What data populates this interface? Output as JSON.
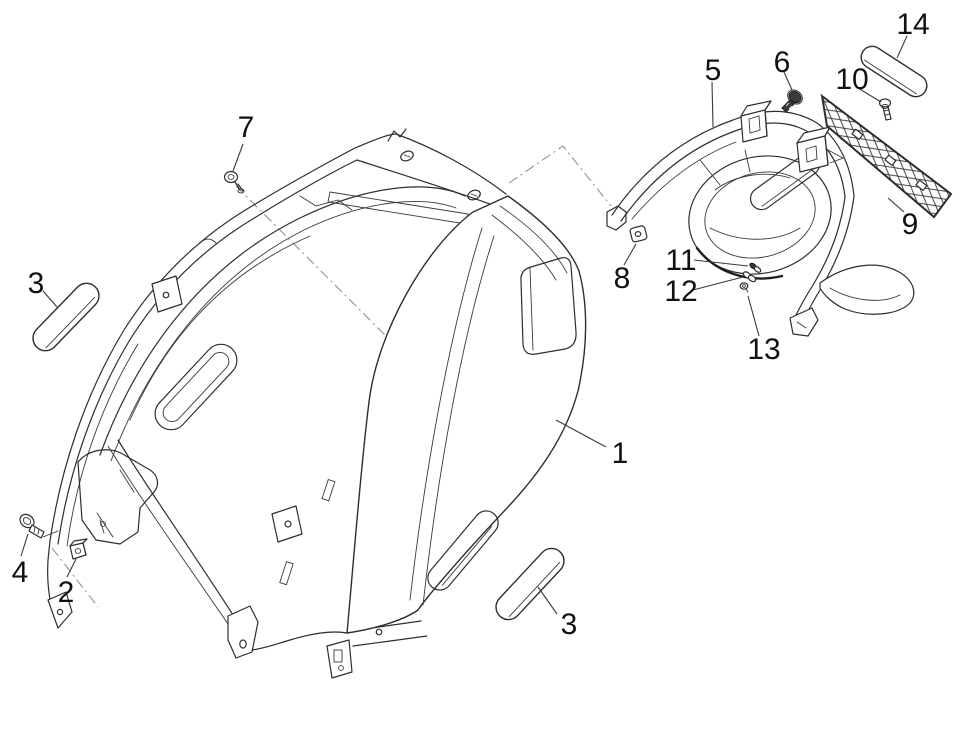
{
  "page": {
    "background": "#ffffff",
    "kind": "exploded-parts-line-diagram"
  },
  "colors": {
    "line": "#2e2e2e",
    "label": "#111111",
    "construction_line": "#8a8a8a",
    "dark_screw_head": "#3c3c3c"
  },
  "callouts": {
    "c1": {
      "label": "1"
    },
    "c2": {
      "label": "2"
    },
    "c3_left": {
      "label": "3"
    },
    "c3_bottom": {
      "label": "3"
    },
    "c4": {
      "label": "4"
    },
    "c5": {
      "label": "5"
    },
    "c6": {
      "label": "6"
    },
    "c7": {
      "label": "7"
    },
    "c8": {
      "label": "8"
    },
    "c9": {
      "label": "9"
    },
    "c10": {
      "label": "10"
    },
    "c11": {
      "label": "11"
    },
    "c12": {
      "label": "12"
    },
    "c13": {
      "label": "13"
    },
    "c14": {
      "label": "14"
    }
  }
}
